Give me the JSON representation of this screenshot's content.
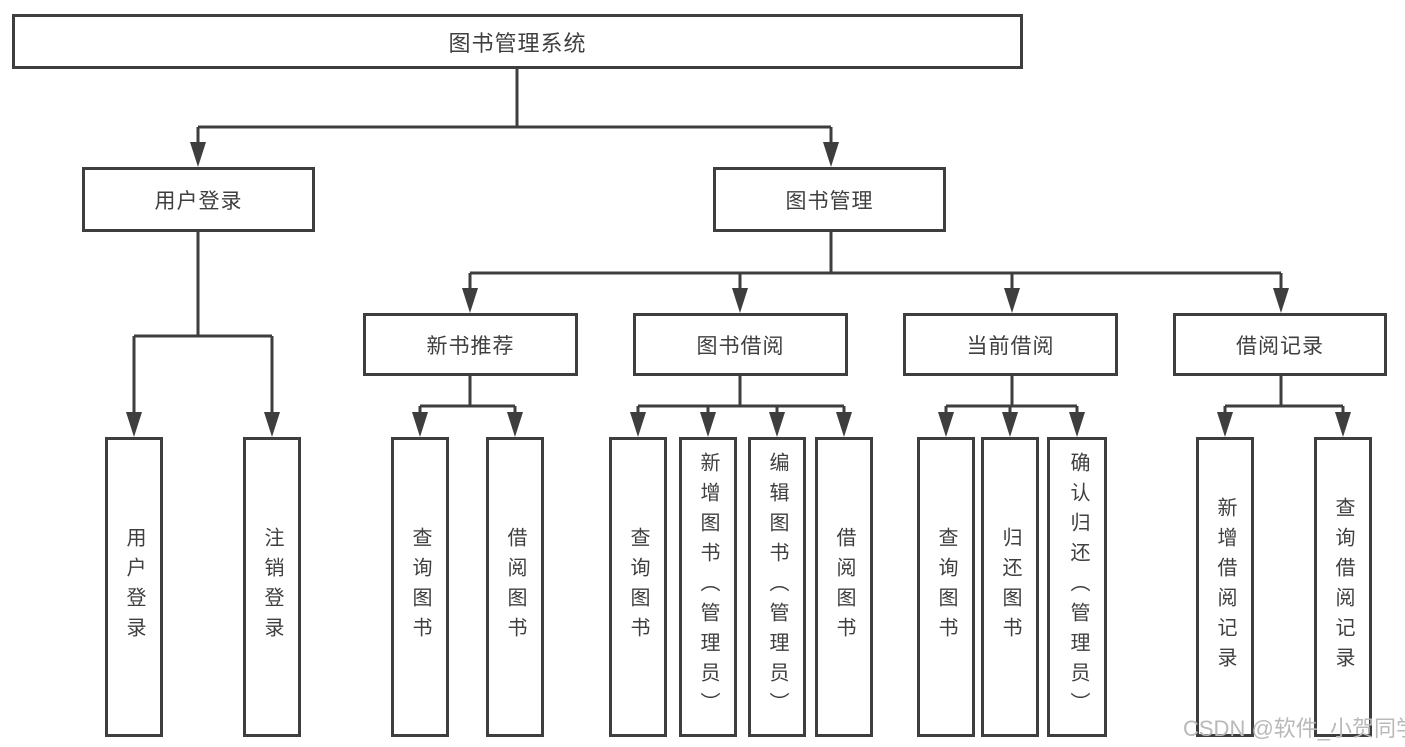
{
  "diagram": {
    "nodes": {
      "root": "图书管理系统",
      "login": "用户登录",
      "book_mgmt": "图书管理",
      "new_books": "新书推荐",
      "book_borrow": "图书借阅",
      "current_borrow": "当前借阅",
      "borrow_records": "借阅记录",
      "user_login": "用户登录",
      "logout": "注销登录",
      "nb_query": "查询图书",
      "nb_borrow": "借阅图书",
      "bb_query": "查询图书",
      "bb_add": "新增图书（管理员）",
      "bb_edit": "编辑图书（管理员）",
      "bb_borrow": "借阅图书",
      "cb_query": "查询图书",
      "cb_return": "归还图书",
      "cb_confirm": "确认归还（管理员）",
      "br_add": "新增借阅记录",
      "br_query": "查询借阅记录"
    },
    "hierarchy": [
      {
        "parent": "图书管理系统",
        "children": [
          "用户登录",
          "图书管理"
        ]
      },
      {
        "parent": "用户登录",
        "children": [
          "用户登录",
          "注销登录"
        ]
      },
      {
        "parent": "图书管理",
        "children": [
          "新书推荐",
          "图书借阅",
          "当前借阅",
          "借阅记录"
        ]
      },
      {
        "parent": "新书推荐",
        "children": [
          "查询图书",
          "借阅图书"
        ]
      },
      {
        "parent": "图书借阅",
        "children": [
          "查询图书",
          "新增图书（管理员）",
          "编辑图书（管理员）",
          "借阅图书"
        ]
      },
      {
        "parent": "当前借阅",
        "children": [
          "查询图书",
          "归还图书",
          "确认归还（管理员）"
        ]
      },
      {
        "parent": "借阅记录",
        "children": [
          "新增借阅记录",
          "查询借阅记录"
        ]
      }
    ]
  },
  "watermark": "CSDN @软件_小贺同学",
  "colors": {
    "line": "#3e3e3e",
    "text": "#3f3f3f",
    "watermark": "#b9b9b9",
    "background": "#ffffff"
  }
}
